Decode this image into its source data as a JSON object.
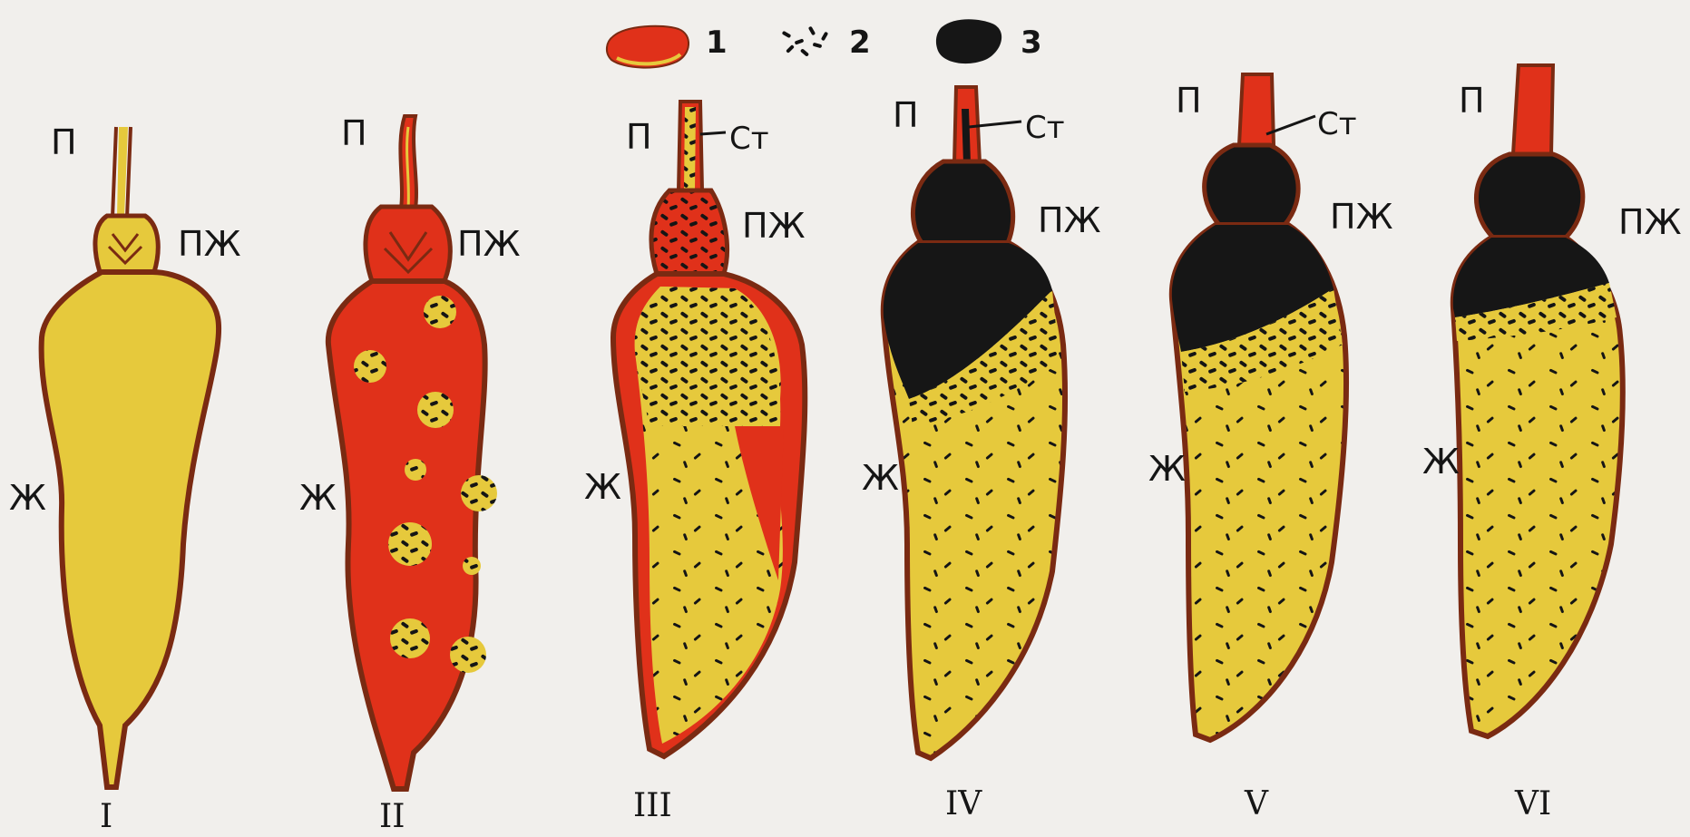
{
  "legend": [
    {
      "number": "1",
      "icon": "red-blood-meal-icon",
      "color": "#e0311a"
    },
    {
      "number": "2",
      "icon": "rod-particles-icon",
      "color": "#111111"
    },
    {
      "number": "3",
      "icon": "black-mass-icon",
      "color": "#1a1a1a"
    }
  ],
  "colors": {
    "yellow": "#e6c93c",
    "red": "#e0311a",
    "black": "#161616",
    "outline": "#7a2a12",
    "background": "#f1efec"
  },
  "stages": [
    {
      "numeral": "I",
      "esophagus": "П",
      "proventriculus": "ПЖ",
      "stomach": "Ж",
      "stylet": ""
    },
    {
      "numeral": "II",
      "esophagus": "П",
      "proventriculus": "ПЖ",
      "stomach": "Ж",
      "stylet": ""
    },
    {
      "numeral": "III",
      "esophagus": "П",
      "proventriculus": "ПЖ",
      "stomach": "Ж",
      "stylet": "Ст"
    },
    {
      "numeral": "IV",
      "esophagus": "П",
      "proventriculus": "ПЖ",
      "stomach": "Ж",
      "stylet": "Ст"
    },
    {
      "numeral": "V",
      "esophagus": "П",
      "proventriculus": "ПЖ",
      "stomach": "Ж",
      "stylet": "Ст"
    },
    {
      "numeral": "VI",
      "esophagus": "П",
      "proventriculus": "ПЖ",
      "stomach": "Ж",
      "stylet": ""
    }
  ]
}
